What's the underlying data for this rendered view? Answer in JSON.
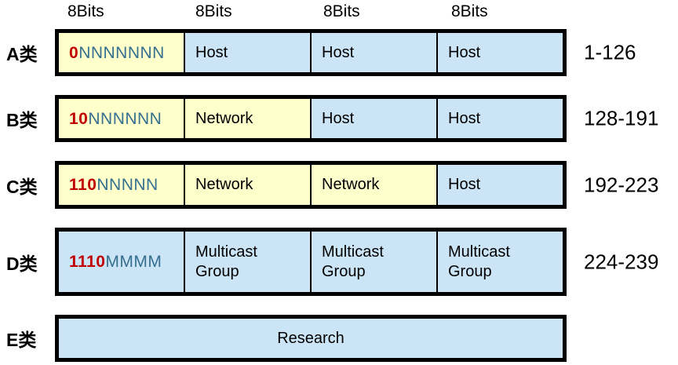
{
  "header": {
    "bit_labels": [
      "8Bits",
      "8Bits",
      "8Bits",
      "8Bits"
    ]
  },
  "colors": {
    "yellow": "#FFFFCC",
    "blue": "#CBE5F7",
    "red": "#C00000",
    "steel": "#35708F",
    "border": "#000000"
  },
  "rows": [
    {
      "label": "A类",
      "range": "1-126",
      "cells": [
        {
          "prefix": "0",
          "bits": "NNNNNNN",
          "bg": "yellow"
        },
        {
          "text": "Host",
          "bg": "blue"
        },
        {
          "text": "Host",
          "bg": "blue"
        },
        {
          "text": "Host",
          "bg": "blue"
        }
      ]
    },
    {
      "label": "B类",
      "range": "128-191",
      "cells": [
        {
          "prefix": "10",
          "bits": "NNNNNN",
          "bg": "yellow"
        },
        {
          "text": "Network",
          "bg": "yellow"
        },
        {
          "text": "Host",
          "bg": "blue"
        },
        {
          "text": "Host",
          "bg": "blue"
        }
      ]
    },
    {
      "label": "C类",
      "range": "192-223",
      "cells": [
        {
          "prefix": "110",
          "bits": "NNNNN",
          "bg": "yellow"
        },
        {
          "text": "Network",
          "bg": "yellow"
        },
        {
          "text": "Network",
          "bg": "yellow"
        },
        {
          "text": "Host",
          "bg": "blue"
        }
      ]
    },
    {
      "label": "D类",
      "range": "224-239",
      "cells": [
        {
          "prefix": "1110",
          "bits": "MMMM",
          "bg": "blue"
        },
        {
          "text": "Multicast Group",
          "bg": "blue"
        },
        {
          "text": "Multicast Group",
          "bg": "blue"
        },
        {
          "text": "Multicast Group",
          "bg": "blue"
        }
      ]
    },
    {
      "label": "E类",
      "range": "",
      "cells": [
        {
          "text": "Research",
          "bg": "blue",
          "span": 4
        }
      ]
    }
  ]
}
